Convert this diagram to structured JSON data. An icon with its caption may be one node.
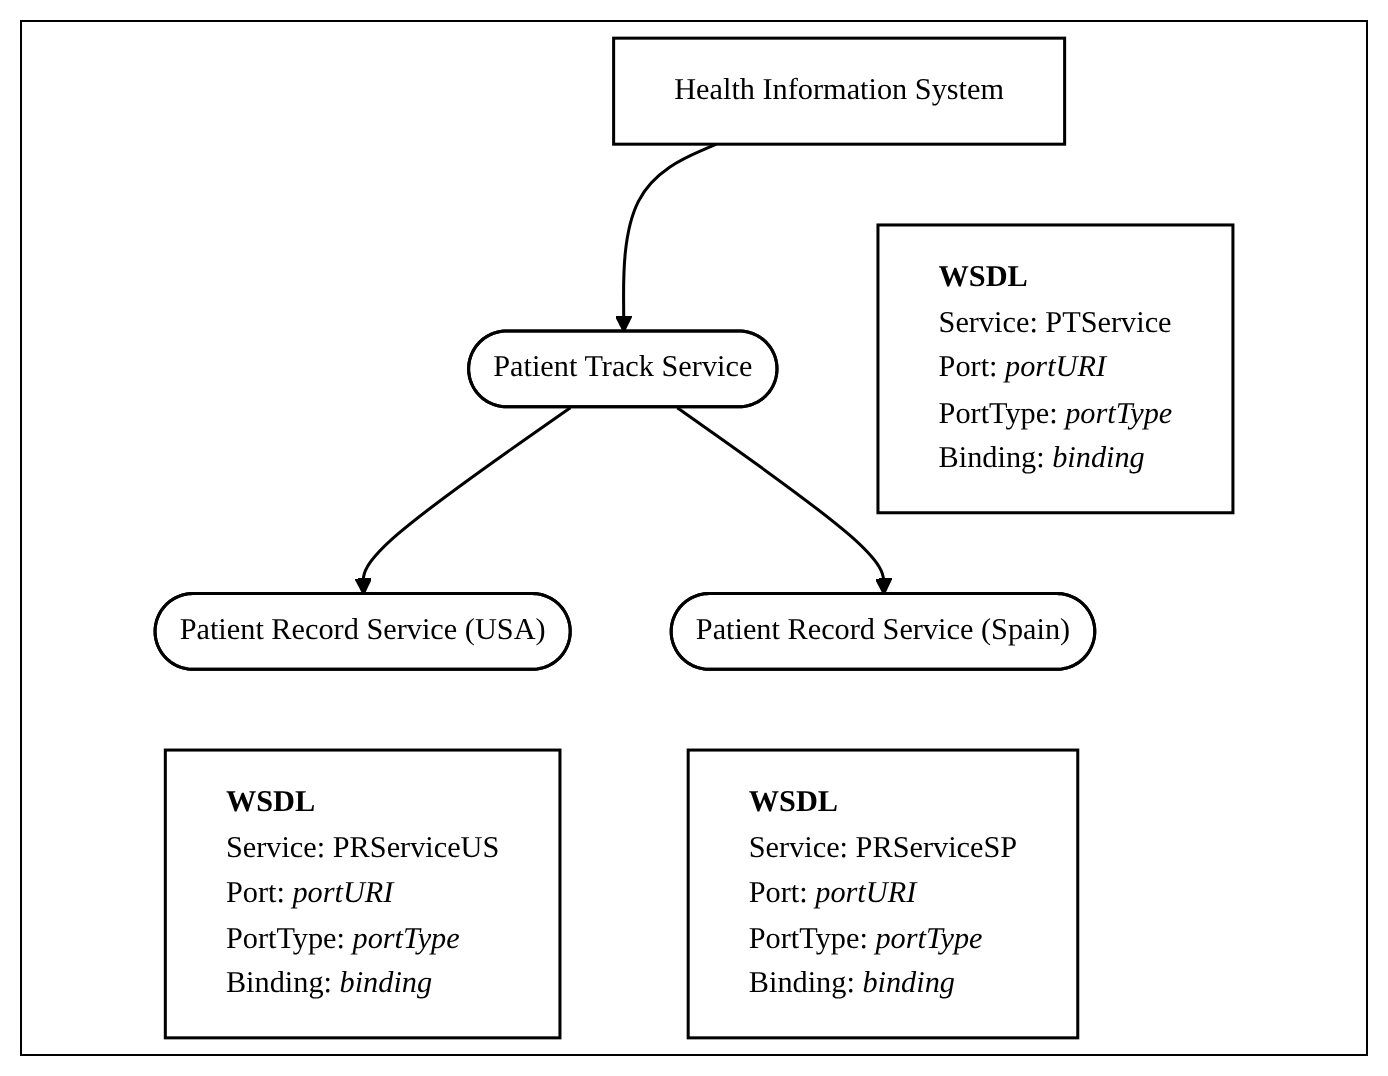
{
  "diagram": {
    "nodes": [
      {
        "text": [
          "Health Information System"
        ]
      },
      {
        "text": [
          "Patient Track Service"
        ]
      },
      {
        "text": [
          "WSDL",
          "Service: PTService",
          "Port: *portURI*",
          "PortType: *portType*",
          "Binding: *binding*"
        ]
      },
      {
        "text": [
          "Patient Record Service (USA)"
        ]
      },
      {
        "text": [
          "Patient Record Service (Spain)"
        ]
      },
      {
        "text": [
          "WSDL",
          "Service: PRServiceUS",
          "Port: *portURI*",
          "PortType: *portType*",
          "Binding: *binding*"
        ]
      },
      {
        "text": [
          "WSDL",
          "Service: PRServiceSP",
          "Port: *portURI*",
          "PortType: *portType*",
          "Binding: *binding*"
        ]
      }
    ],
    "edges": [
      {
        "from": 0,
        "to": 1,
        "arrow": "to"
      },
      {
        "from": 1,
        "to": 3,
        "arrow": "to"
      },
      {
        "from": 1,
        "to": 4,
        "arrow": "to"
      }
    ]
  }
}
